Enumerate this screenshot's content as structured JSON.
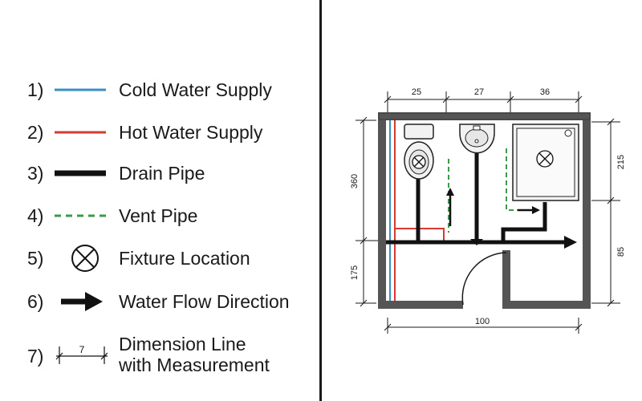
{
  "legend": {
    "items": [
      {
        "number": "1)",
        "label": "Cold Water Supply",
        "symbol": "line",
        "color": "#3a8fc1"
      },
      {
        "number": "2)",
        "label": "Hot Water Supply",
        "symbol": "line",
        "color": "#d43a32"
      },
      {
        "number": "3)",
        "label": "Drain Pipe",
        "symbol": "thick-line",
        "color": "#111111"
      },
      {
        "number": "4)",
        "label": "Vent Pipe",
        "symbol": "dashed-line",
        "color": "#3a9a4a"
      },
      {
        "number": "5)",
        "label": "Fixture Location",
        "symbol": "circle-x-icon"
      },
      {
        "number": "6)",
        "label": "Water Flow Direction",
        "symbol": "arrow-right-icon"
      },
      {
        "number": "7)",
        "label": "Dimension Line\nwith Measurement",
        "symbol": "dimension-line",
        "symbol_value": "7"
      }
    ]
  },
  "plan": {
    "dimensions": {
      "top_left": "25",
      "top_middle": "27",
      "top_right": "36",
      "left_upper": "360",
      "left_lower": "175",
      "right_upper": "215",
      "right_lower": "85",
      "bottom": "100"
    },
    "colors": {
      "wall": "#555555",
      "cold": "#3a8fc1",
      "hot": "#d43a32",
      "drain": "#111111",
      "vent": "#3a9a4a"
    }
  }
}
